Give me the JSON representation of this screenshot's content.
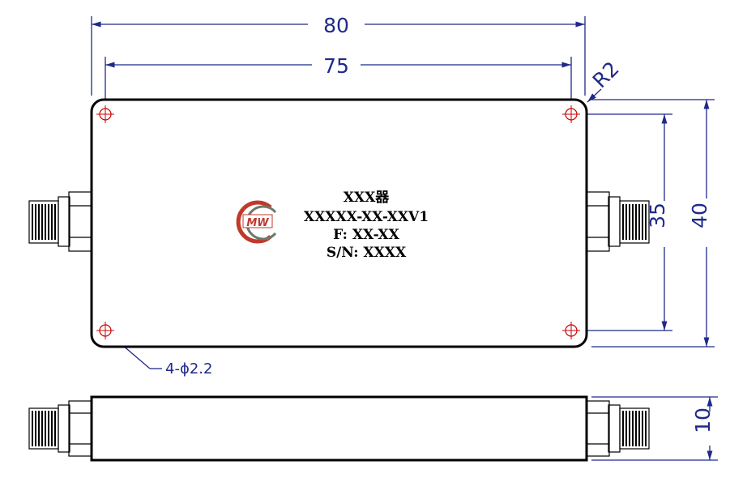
{
  "dimensions": {
    "overall_width": "80",
    "hole_spacing_x": "75",
    "corner_radius": "R2",
    "hole_spacing_y": "35",
    "overall_height": "40",
    "thickness": "10",
    "holes": "4-ϕ2.2"
  },
  "label_plate": {
    "line1": "XXX器",
    "line2": "XXXXX-XX-XXV1",
    "line3": "F: XX-XX",
    "line4": "S/N: XXXX"
  },
  "logo": {
    "text": "MW"
  },
  "colors": {
    "dimension_lines": "#1f2a8a",
    "hole_marks": "#cc0000",
    "logo_primary": "#c0392b",
    "logo_secondary": "#6b7b6b"
  }
}
